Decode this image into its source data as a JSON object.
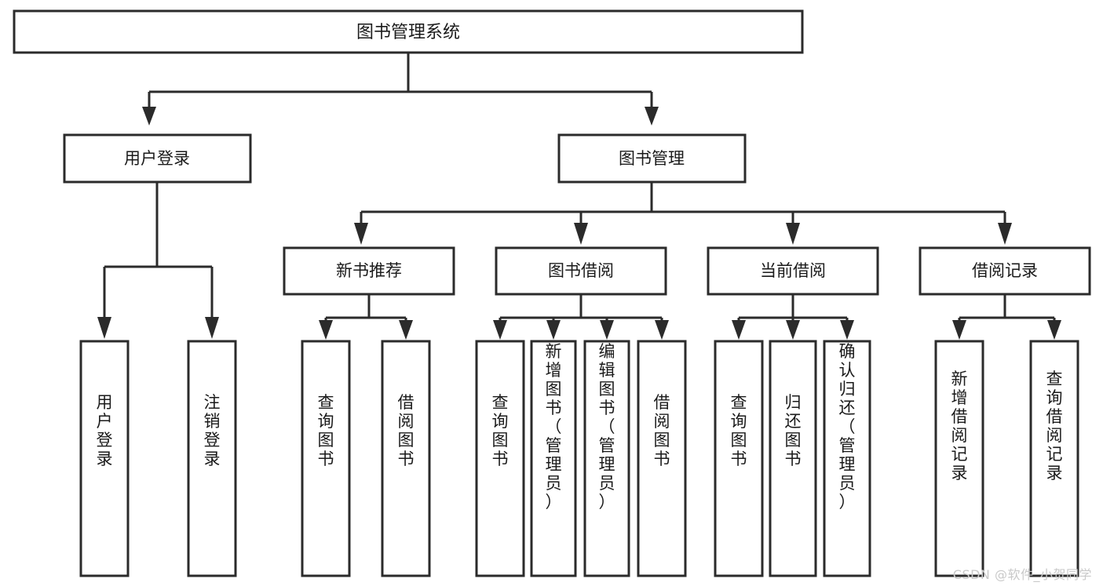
{
  "diagram": {
    "type": "tree-hierarchy",
    "title": "图书管理系统",
    "orientation": "top-down",
    "colors": {
      "box_stroke": "#2b2b2b",
      "box_fill": "#ffffff",
      "text": "#1a1a1a",
      "connector": "#2b2b2b",
      "background": "#ffffff",
      "watermark": "#c9c9c9"
    },
    "levels": {
      "root": {
        "label": "图书管理系统"
      },
      "level2": [
        {
          "label": "用户登录"
        },
        {
          "label": "图书管理"
        }
      ],
      "level3": [
        {
          "label": "新书推荐"
        },
        {
          "label": "图书借阅"
        },
        {
          "label": "当前借阅"
        },
        {
          "label": "借阅记录"
        }
      ],
      "leaves": {
        "user_login": [
          {
            "label": "用户登录"
          },
          {
            "label": "注销登录"
          }
        ],
        "new_book_recommend": [
          {
            "label": "查询图书"
          },
          {
            "label": "借阅图书"
          }
        ],
        "book_borrow": [
          {
            "label": "查询图书"
          },
          {
            "label": "新增图书（管理员）"
          },
          {
            "label": "编辑图书（管理员）"
          },
          {
            "label": "借阅图书"
          }
        ],
        "current_borrow": [
          {
            "label": "查询图书"
          },
          {
            "label": "归还图书"
          },
          {
            "label": "确认归还（管理员）"
          }
        ],
        "borrow_record": [
          {
            "label": "新增借阅记录"
          },
          {
            "label": "查询借阅记录"
          }
        ]
      }
    }
  },
  "watermark": {
    "text": "CSDN @软件_小贺同学"
  }
}
